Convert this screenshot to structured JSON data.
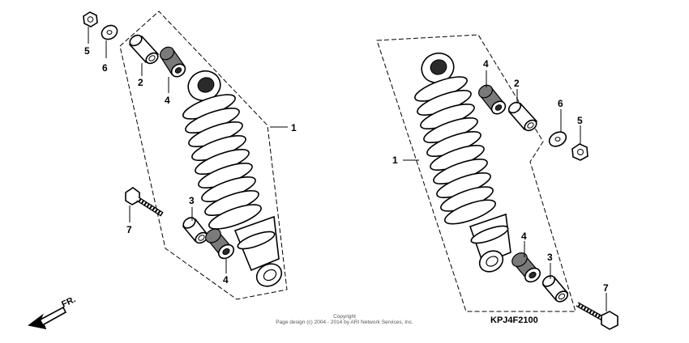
{
  "diagram_code": "KPJ4F2100",
  "copyright": {
    "line1": "Copyright",
    "line2": "Page design (c) 2004 - 2014 by ARI Network Services, Inc."
  },
  "direction_label": "FR.",
  "left_group": {
    "callouts": [
      "5",
      "6",
      "2",
      "4",
      "1",
      "3",
      "7",
      "4"
    ]
  },
  "right_group": {
    "callouts": [
      "4",
      "2",
      "6",
      "5",
      "1",
      "4",
      "3",
      "7"
    ]
  }
}
